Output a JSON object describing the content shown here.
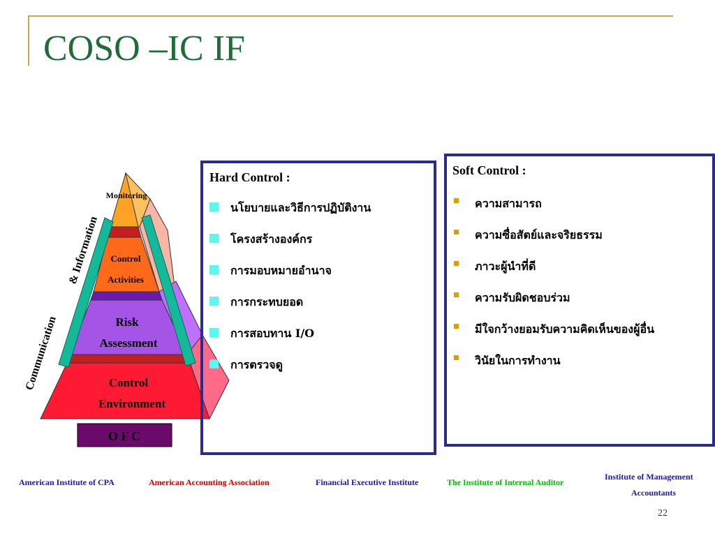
{
  "title": "COSO –IC IF",
  "pyramid": {
    "monitoring": "Monitoring",
    "control_activities_1": "Control",
    "control_activities_2": "Activities",
    "risk_1": "Risk",
    "risk_2": "Assessment",
    "env_1": "Control",
    "env_2": "Environment",
    "side_info": "& Information",
    "side_comm": "Communication",
    "ofc": "O F C"
  },
  "hard_control": {
    "header": "Hard Control :",
    "items": [
      "นโยบายและวิธีการปฏิบัติงาน",
      "โครงสร้างองค์กร",
      "การมอบหมายอำนาจ",
      "การกระทบยอด",
      "การสอบทาน I/O",
      "การตรวจดู"
    ]
  },
  "soft_control": {
    "header": "Soft Control :",
    "items": [
      "ความสามารถ",
      "ความซื่อสัตย์และจริยธรรม",
      "ภาวะผู้นำที่ดี",
      "ความรับผิดชอบร่วม",
      "มีใจกว้างยอมรับความคิดเห็นของผู้อื่น",
      "วินัยในการทำงาน"
    ]
  },
  "footer": {
    "aicpa": "American Institute of CPA",
    "aaa": "American Accounting Association",
    "fei": "Financial Executive Institute",
    "iia": "The Institute of Internal Auditor",
    "ima_1": "Institute of Management",
    "ima_2": "Accountants"
  },
  "page_number": "22",
  "colors": {
    "title": "#1f6b3a",
    "monitoring": "#ffa326",
    "control_activities": "#ff6a1a",
    "risk": "#a455e6",
    "environment": "#ff1a33",
    "communication_band": "#16b89a",
    "box_border": "#2b2b8c",
    "ofc_fill": "#6b0a6b",
    "footer_red": "#c80000",
    "footer_blue": "#1a1aa0",
    "footer_green": "#00c000"
  }
}
